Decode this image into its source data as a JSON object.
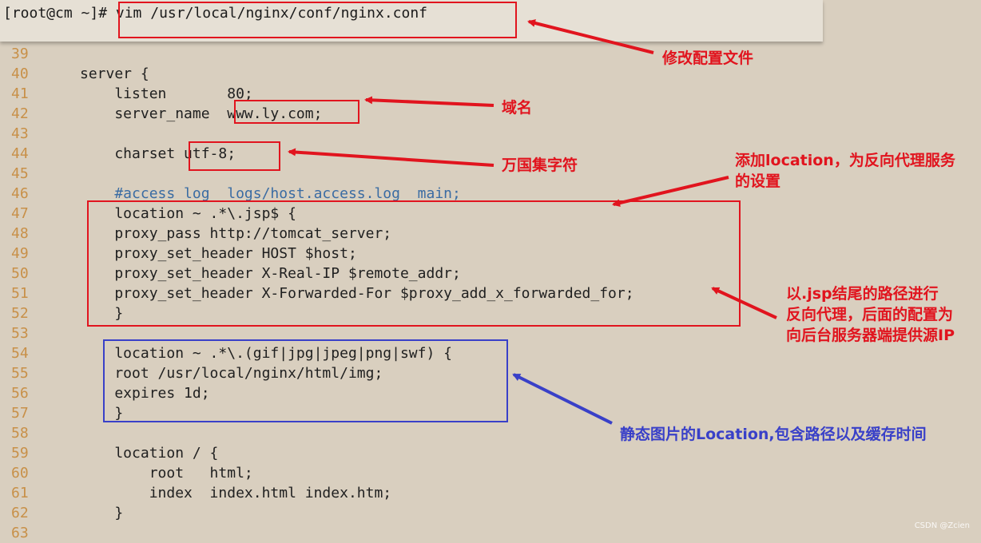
{
  "terminal": {
    "prompt": "[root@cm ~]#",
    "command": " vim /usr/local/nginx/conf/nginx.conf"
  },
  "editor": {
    "lines": [
      {
        "num": "39",
        "text": ""
      },
      {
        "num": "40",
        "text": "server {"
      },
      {
        "num": "41",
        "text": "    listen       80;"
      },
      {
        "num": "42",
        "text": "    server_name  www.ly.com;"
      },
      {
        "num": "43",
        "text": ""
      },
      {
        "num": "44",
        "text": "    charset utf-8;"
      },
      {
        "num": "45",
        "text": ""
      },
      {
        "num": "46",
        "text": "    #access_log  logs/host.access.log  main;",
        "comment": true
      },
      {
        "num": "47",
        "text": "    location ~ .*\\.jsp$ {"
      },
      {
        "num": "48",
        "text": "    proxy_pass http://tomcat_server;"
      },
      {
        "num": "49",
        "text": "    proxy_set_header HOST $host;"
      },
      {
        "num": "50",
        "text": "    proxy_set_header X-Real-IP $remote_addr;"
      },
      {
        "num": "51",
        "text": "    proxy_set_header X-Forwarded-For $proxy_add_x_forwarded_for;"
      },
      {
        "num": "52",
        "text": "    }"
      },
      {
        "num": "53",
        "text": ""
      },
      {
        "num": "54",
        "text": "    location ~ .*\\.(gif|jpg|jpeg|png|swf) {"
      },
      {
        "num": "55",
        "text": "    root /usr/local/nginx/html/img;"
      },
      {
        "num": "56",
        "text": "    expires 1d;"
      },
      {
        "num": "57",
        "text": "    }"
      },
      {
        "num": "58",
        "text": ""
      },
      {
        "num": "59",
        "text": "    location / {"
      },
      {
        "num": "60",
        "text": "        root   html;"
      },
      {
        "num": "61",
        "text": "        index  index.html index.htm;"
      },
      {
        "num": "62",
        "text": "    }"
      },
      {
        "num": "63",
        "text": ""
      }
    ]
  },
  "annotations": {
    "edit_config": "修改配置文件",
    "domain": "域名",
    "charset": "万国集字符",
    "add_location": "添加location，为反向代理服务\n的设置",
    "jsp_proxy": "以.jsp结尾的路径进行\n反向代理，后面的配置为\n向后台服务器端提供源IP",
    "static_location": "静态图片的Location,包含路径以及缓存时间"
  },
  "watermark": "CSDN @Zcien",
  "colors": {
    "background": "#d9cfbf",
    "line_number": "#c89048",
    "comment": "#3a6ca3",
    "annotation_red": "#e1141e",
    "annotation_blue": "#3940c8"
  }
}
